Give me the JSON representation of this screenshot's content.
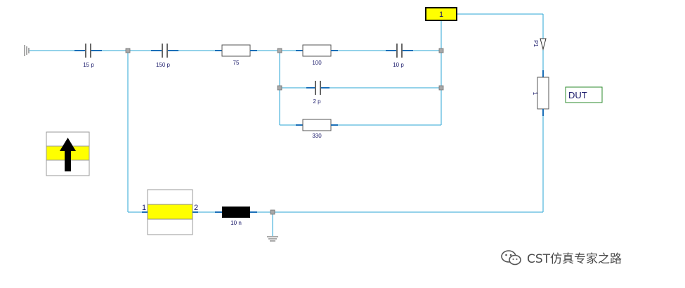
{
  "schematic": {
    "caps": {
      "c1": "15 p",
      "c2": "150 p",
      "c3": "10 p",
      "c4": "2 p"
    },
    "resistors": {
      "r1": "75",
      "r2": "100",
      "r3": "330",
      "r4": "1"
    },
    "inductor": "10 n",
    "port": {
      "label": "1"
    },
    "probe": {
      "label": "P1"
    },
    "dut": {
      "label": "DUT"
    },
    "source_block": {
      "pin1": "1",
      "pin2": "2"
    }
  },
  "colors": {
    "wire": "#2aa6d6",
    "highlight": "#ffff00",
    "dut_border": "#2e8b2e",
    "inductor": "#000000"
  },
  "watermark": {
    "text": "CST仿真专家之路",
    "icon": "wechat-icon"
  }
}
